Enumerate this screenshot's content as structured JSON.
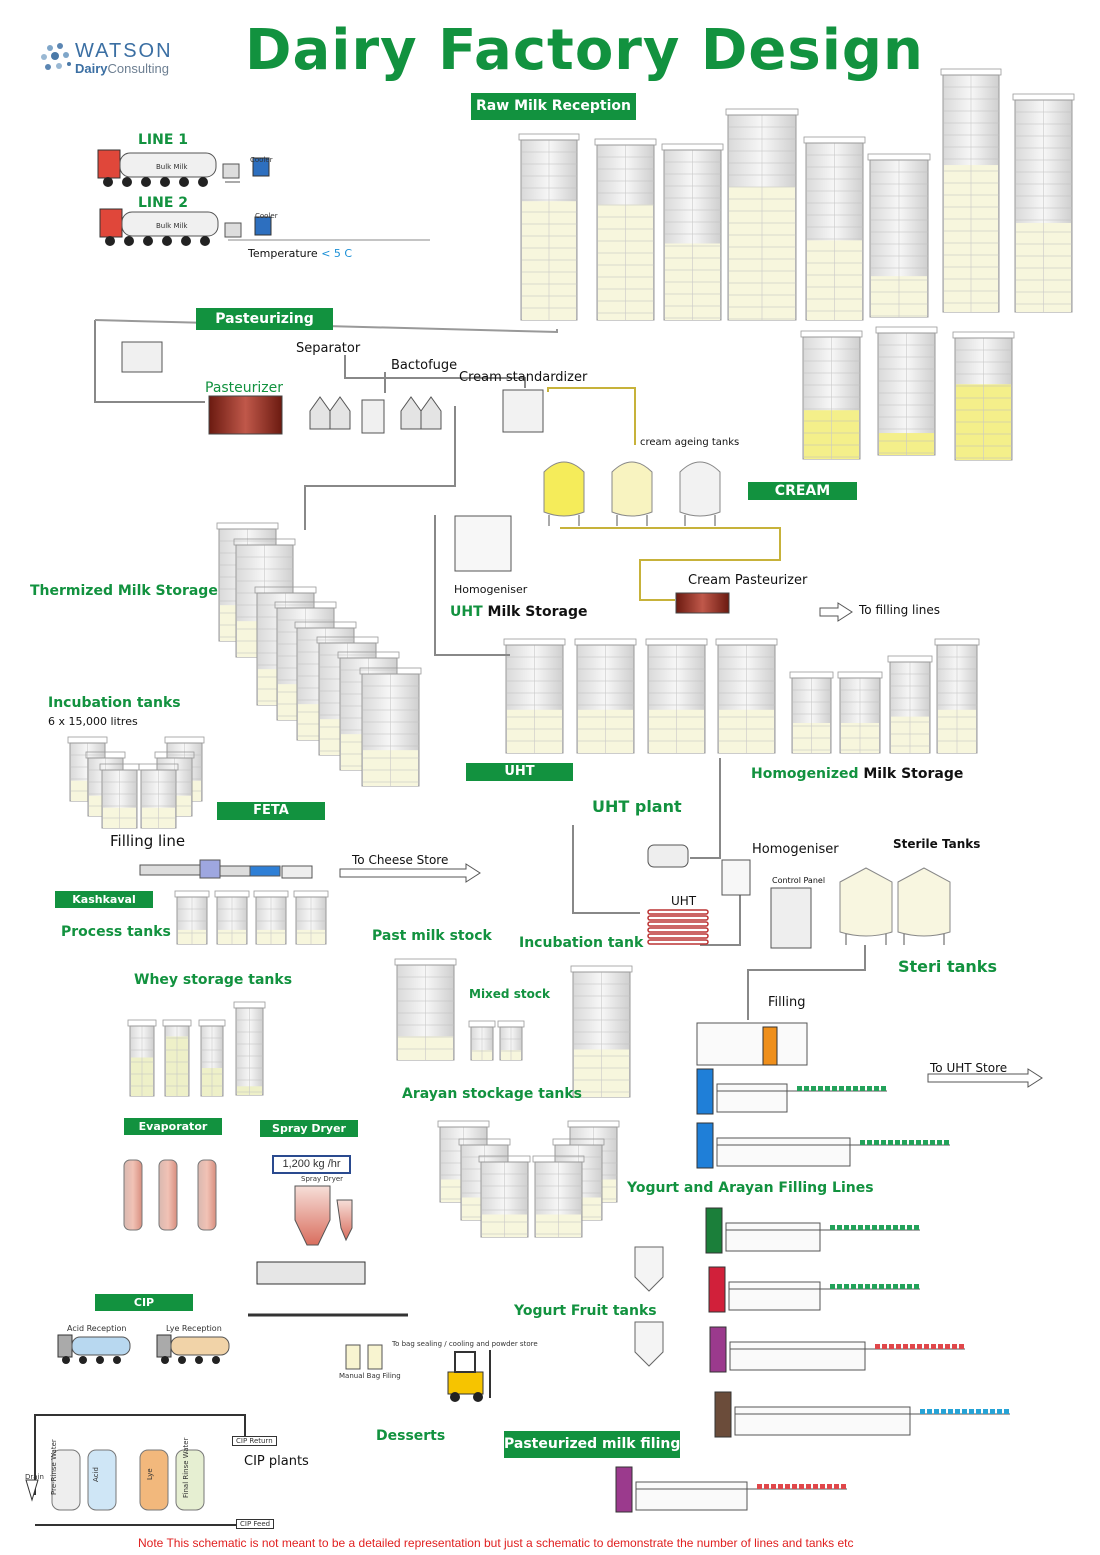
{
  "header": {
    "title": "Dairy Factory Design",
    "logo_top": "WATSON",
    "logo_bottom_a": "Dairy",
    "logo_bottom_b": "Consulting"
  },
  "colors": {
    "green": "#12923f",
    "tank_body": "#eeeeee",
    "milk": "#f7f6dd",
    "cream": "#f4ef8a",
    "yellow_tank": "#f5ec5a",
    "note_red": "#e02020",
    "blue_text": "#1a8fd6"
  },
  "reception": {
    "label": "Raw Milk Reception",
    "line1": "LINE  1",
    "line2": "LINE  2",
    "truck_text": "Bulk Milk",
    "cooler": "Cooler",
    "temperature": "Temperature",
    "temperature_value": "< 5 C"
  },
  "pasteurizing": {
    "label": "Pasteurizing",
    "separator": "Separator",
    "bactofuge": "Bactofuge",
    "cream_standardizer": "Cream standardizer",
    "pasteurizer": "Pasteurizer",
    "cream_ageing_tanks": "cream ageing tanks"
  },
  "cream": {
    "label": "CREAM",
    "cream_pasteurizer": "Cream Pasteurizer",
    "to_filling_lines": "To filling lines"
  },
  "storage": {
    "thermized": "Thermized Milk Storage",
    "homogeniser": "Homogeniser",
    "uht_milk_storage_a": "UHT",
    "uht_milk_storage_b": " Milk Storage",
    "homogenized_a": "Homogenized",
    "homogenized_b": " Milk Storage",
    "uht_box": "UHT"
  },
  "cheese": {
    "incubation_tanks": "Incubation tanks",
    "incubation_detail": "6 x 15,000 litres",
    "feta": "FETA",
    "filling_line": "Filling line",
    "to_cheese_store": "To Cheese Store",
    "kashkaval": "Kashkaval",
    "process_tanks": "Process tanks",
    "whey_storage": "Whey storage tanks",
    "evaporator": "Evaporator",
    "spray_dryer": "Spray Dryer",
    "spray_dryer_rate": "1,200 kg /hr",
    "spray_dryer_small": "Spray Dryer",
    "bag_filling": "Manual  Bag Filing",
    "bag_sealing": "To bag sealing / cooling and powder store"
  },
  "uht_plant": {
    "label": "UHT plant",
    "homogeniser": "Homogeniser",
    "sterile_tanks": "Sterile Tanks",
    "control_panel": "Control Panel",
    "uht": "UHT",
    "incubation_tank": "Incubation tank",
    "steri_tanks": "Steri tanks",
    "filling": "Filling",
    "to_uht_store": "To UHT Store"
  },
  "yogurt": {
    "past_milk_stock": "Past milk stock",
    "mixed_stock": "Mixed stock",
    "arayan_tanks": "Arayan stockage tanks",
    "filling_lines": "Yogurt and Arayan Filling Lines",
    "fruit_tanks": "Yogurt Fruit tanks",
    "desserts": "Desserts",
    "pasteurized_filling": "Pasteurized milk filing"
  },
  "cip": {
    "label": "CIP",
    "acid_reception": "Acid Reception",
    "lye_reception": "Lye Reception",
    "cip_return": "CIP Return",
    "cip_plants": "CIP plants",
    "cip_feed": "CIP Feed",
    "drain": "Drain",
    "tank1": "Pre-Rinse Water",
    "tank2": "Acid",
    "tank3": "Lye",
    "tank4": "Final Rinse Water"
  },
  "note": "Note This schematic is not meant to be a detailed representation but just a schematic to demonstrate the number of lines and tanks etc"
}
